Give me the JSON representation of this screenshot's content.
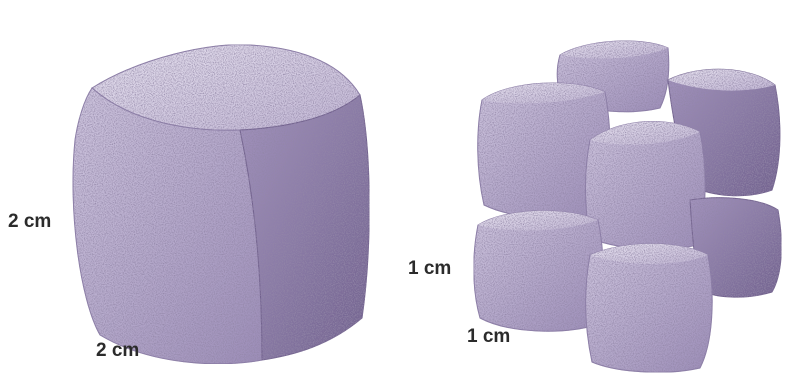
{
  "large_cube": {
    "side_label": "2 cm",
    "bottom_label": "2 cm"
  },
  "small_cubes": {
    "side_label": "1 cm",
    "bottom_label": "1 cm"
  },
  "colors": {
    "stone_light": "#d9d3e6",
    "stone_mid": "#a99bc2",
    "stone_dark": "#6f5f8c",
    "speckle": "#4b3d63"
  }
}
